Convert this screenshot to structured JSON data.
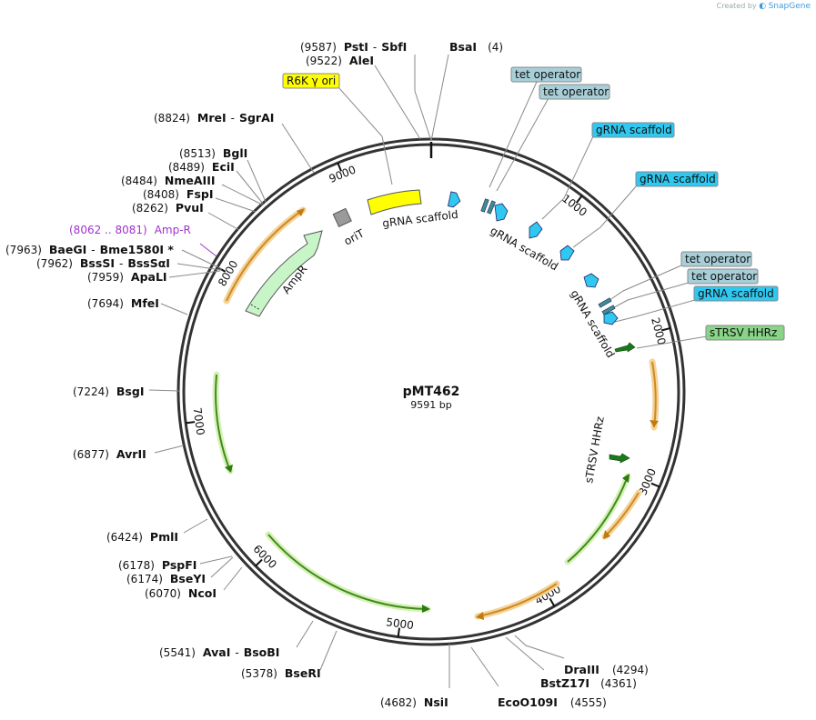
{
  "credit": {
    "prefix": "Created by",
    "brand": "SnapGene"
  },
  "plasmid": {
    "name": "pMT462",
    "length_label": "9591 bp",
    "length": 9591
  },
  "ticks": [
    {
      "pos": 1000,
      "label": "1000"
    },
    {
      "pos": 2000,
      "label": "2000"
    },
    {
      "pos": 3000,
      "label": "3000"
    },
    {
      "pos": 4000,
      "label": "4000"
    },
    {
      "pos": 5000,
      "label": "5000"
    },
    {
      "pos": 6000,
      "label": "6000"
    },
    {
      "pos": 7000,
      "label": "7000"
    },
    {
      "pos": 8000,
      "label": "8000"
    },
    {
      "pos": 9000,
      "label": "9000"
    }
  ],
  "enzymes": [
    {
      "pos_label": "(9587)",
      "name": "PstI",
      "second": "SbfI"
    },
    {
      "pos_label": "(4)",
      "name": "BsaI"
    },
    {
      "pos_label": "(9522)",
      "name": "AleI"
    },
    {
      "pos_label": "(8824)",
      "name": "MreI",
      "second": "SgrAI"
    },
    {
      "pos_label": "(8513)",
      "name": "BglI"
    },
    {
      "pos_label": "(8489)",
      "name": "EciI"
    },
    {
      "pos_label": "(8484)",
      "name": "NmeAIII"
    },
    {
      "pos_label": "(8408)",
      "name": "FspI"
    },
    {
      "pos_label": "(8262)",
      "name": "PvuI"
    },
    {
      "pos_label": "(7963)",
      "name": "BaeGI",
      "second": "Bme1580I *"
    },
    {
      "pos_label": "(7962)",
      "name": "BssSI",
      "second": "BssSαI"
    },
    {
      "pos_label": "(7959)",
      "name": "ApaLI"
    },
    {
      "pos_label": "(7694)",
      "name": "MfeI"
    },
    {
      "pos_label": "(7224)",
      "name": "BsgI"
    },
    {
      "pos_label": "(6877)",
      "name": "AvrII"
    },
    {
      "pos_label": "(6424)",
      "name": "PmlI"
    },
    {
      "pos_label": "(6178)",
      "name": "PspFI"
    },
    {
      "pos_label": "(6174)",
      "name": "BseYI"
    },
    {
      "pos_label": "(6070)",
      "name": "NcoI"
    },
    {
      "pos_label": "(5541)",
      "name": "AvaI",
      "second": "BsoBI"
    },
    {
      "pos_label": "(5378)",
      "name": "BseRI"
    },
    {
      "pos_label": "(4682)",
      "name": "NsiI"
    },
    {
      "pos_label": "(4555)",
      "name": "EcoO109I"
    },
    {
      "pos_label": "(4361)",
      "name": "BstZ17I"
    },
    {
      "pos_label": "(4294)",
      "name": "DraIII"
    }
  ],
  "primer": {
    "range_label": "(8062 .. 8081)",
    "name": "Amp-R",
    "color": "#a033cc"
  },
  "boxed_labels": [
    {
      "text": "R6K γ ori",
      "fill": "#ffff00"
    },
    {
      "text": "tet operator",
      "fill": "#a8cfd8"
    },
    {
      "text": "tet operator",
      "fill": "#a8cfd8"
    },
    {
      "text": "gRNA scaffold",
      "fill": "#2ec8f0"
    },
    {
      "text": "gRNA scaffold",
      "fill": "#2ec8f0"
    },
    {
      "text": "tet operator",
      "fill": "#a8cfd8"
    },
    {
      "text": "tet operator",
      "fill": "#a8cfd8"
    },
    {
      "text": "gRNA scaffold",
      "fill": "#2ec8f0"
    },
    {
      "text": "sTRSV HHRz",
      "fill": "#88d488"
    }
  ],
  "feature_labels": {
    "gRNA_1": "gRNA scaffold",
    "gRNA_2": "gRNA scaffold",
    "gRNA_3": "gRNA scaffold",
    "oriT": "oriT",
    "AmpR": "AmpR",
    "sTRSV": "sTRSV HHRz"
  },
  "colors": {
    "ring": "#333333",
    "orf_orange": "#e0a040",
    "orf_green": "#86c440",
    "ampR_fill": "#c8f5c8",
    "ori_yellow": "#ffff00",
    "gRNA_cyan": "#2ec8f0",
    "tet_teal": "#3a8c9c",
    "hhrz_green": "#1a7a1a",
    "oriT_gray": "#9a9a9a"
  }
}
